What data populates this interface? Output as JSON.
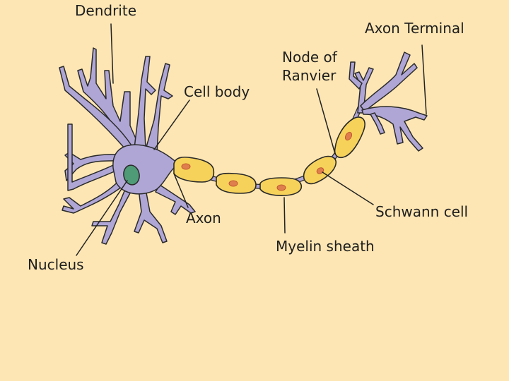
{
  "colors": {
    "background": "#fde6b4",
    "neuron_fill": "#b0a6d6",
    "outline": "#2a2a2a",
    "nucleus": "#4f9a77",
    "myelin": "#f7d25a",
    "cell_nucleus": "#e07f4e"
  },
  "labels": {
    "dendrite": "Dendrite",
    "axon_terminal": "Axon Terminal",
    "node_of_ranvier_line1": "Node of",
    "node_of_ranvier_line2": "Ranvier",
    "cell_body": "Cell body",
    "schwann_cell": "Schwann cell",
    "axon": "Axon",
    "myelin_sheath": "Myelin sheath",
    "nucleus": "Nucleus"
  }
}
